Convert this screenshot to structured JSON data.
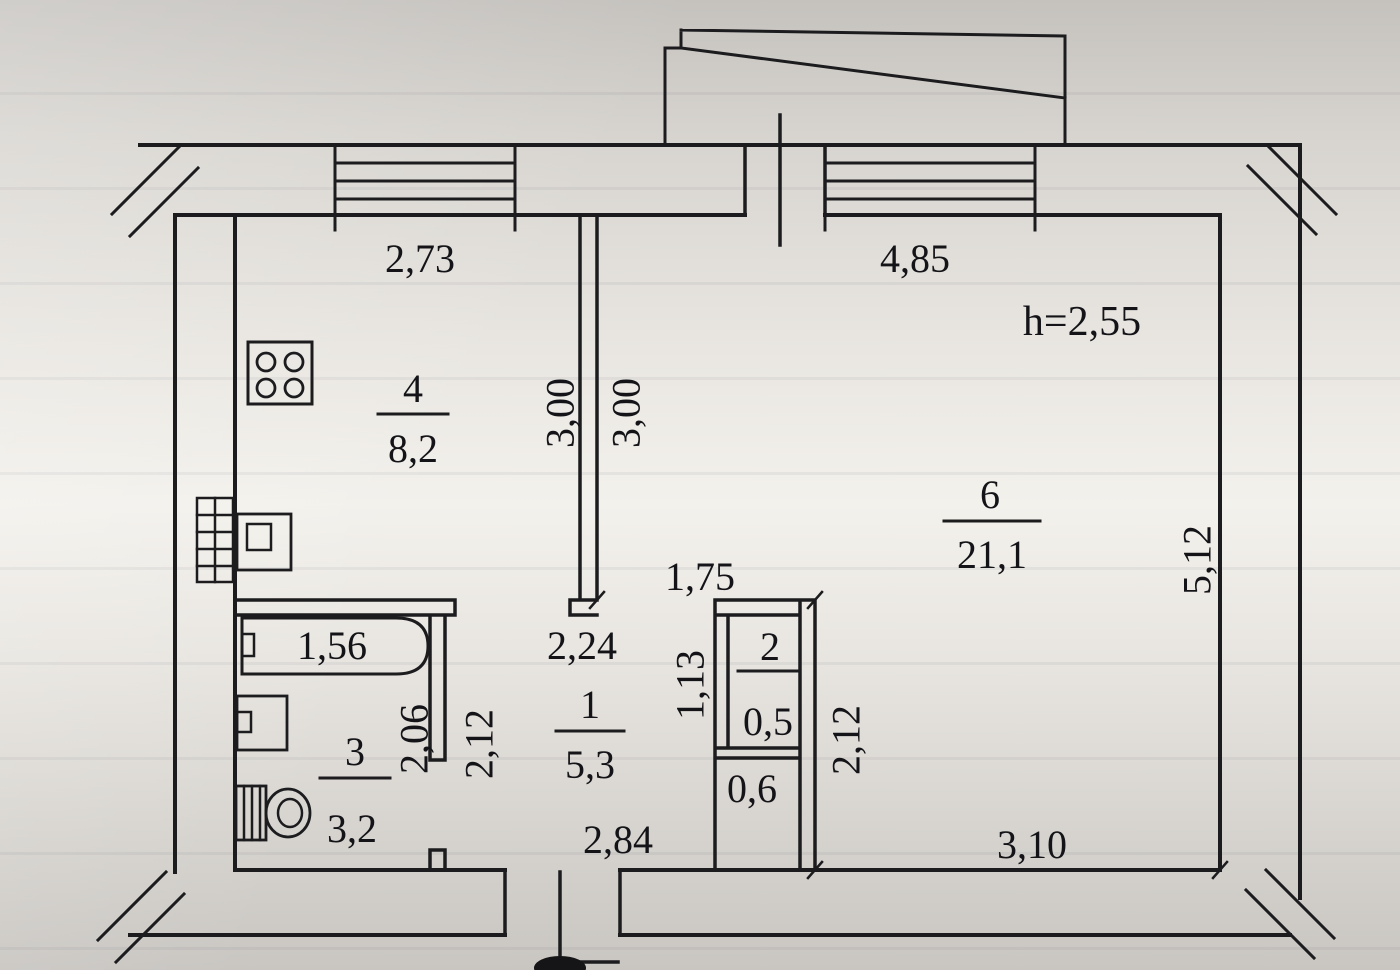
{
  "plan": {
    "rooms": {
      "kitchen": {
        "number": "4",
        "area": "8,2"
      },
      "living": {
        "number": "6",
        "area": "21,1"
      },
      "hall": {
        "number": "1",
        "area": "5,3"
      },
      "closet": {
        "number": "2",
        "area": "0,5"
      },
      "bath": {
        "number": "3",
        "area": "3,2"
      },
      "niche": {
        "area": "0,6"
      }
    },
    "dims": {
      "kitchen_width_top": "2,73",
      "living_width_top": "4,85",
      "ceiling_height": "h=2,55",
      "kitchen_depth": "3,00",
      "living_depth": "3,00",
      "living_height_right": "5,12",
      "living_notch_width": "1,75",
      "bath_tub_length": "1,56",
      "hall_width_top": "2,24",
      "closet_height": "1,13",
      "bath_depth": "2,06",
      "hall_depth_left": "2,12",
      "hall_depth_right": "2,12",
      "hall_width_bottom": "2,84",
      "living_width_bottom": "3,10"
    },
    "colors": {
      "ink": "#1c1c1f",
      "paper": "#efede8"
    }
  }
}
